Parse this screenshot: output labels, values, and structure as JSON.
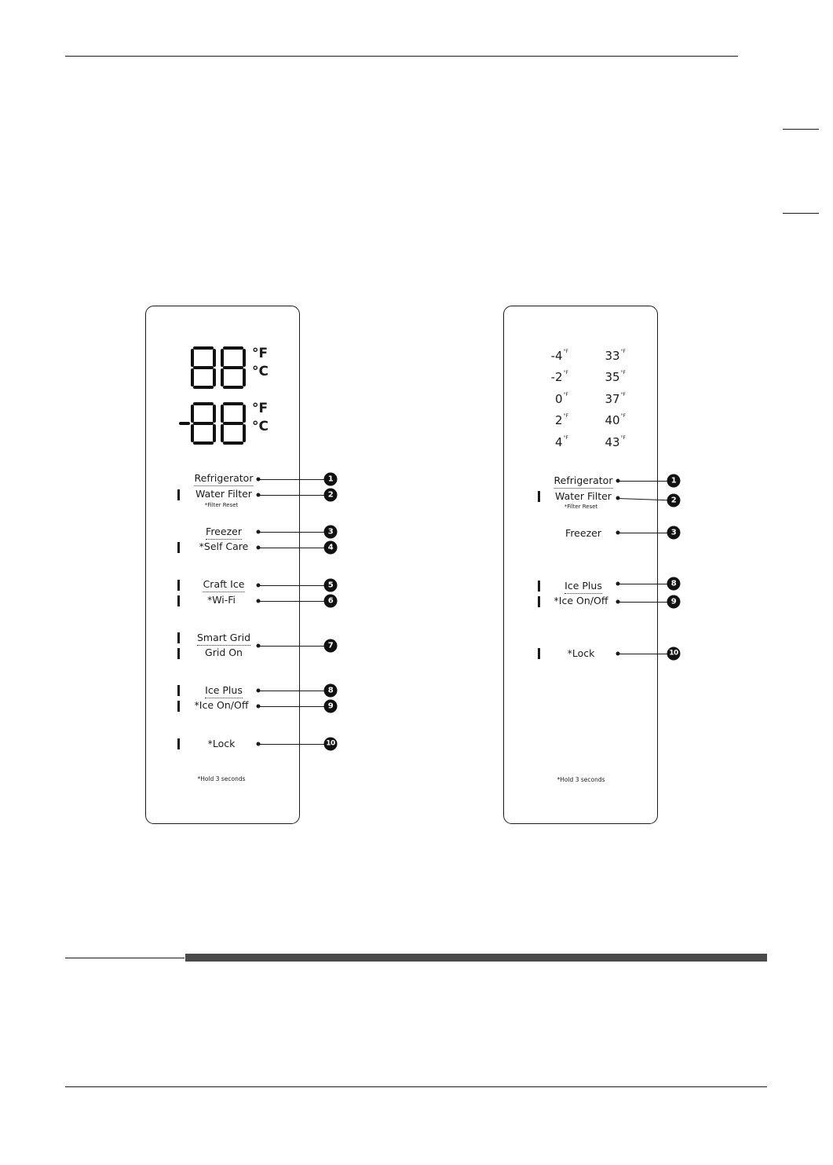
{
  "left_panel": {
    "display": {
      "unit_f": "°F",
      "unit_c": "°C"
    },
    "items": [
      {
        "label": "Refrigerator",
        "num": "1"
      },
      {
        "label": "Water Filter",
        "sub": "*Filter Reset",
        "num": "2"
      },
      {
        "label": "Freezer",
        "num": "3"
      },
      {
        "label": "*Self Care",
        "num": "4"
      },
      {
        "label": "Craft Ice",
        "num": "5"
      },
      {
        "label": "*Wi-Fi",
        "num": "6"
      },
      {
        "label": "Smart Grid",
        "num": ""
      },
      {
        "label": "Grid On",
        "num": "7"
      },
      {
        "label": "Ice Plus",
        "num": "8"
      },
      {
        "label": "*Ice On/Off",
        "num": "9"
      },
      {
        "label": "*Lock",
        "num": "10"
      }
    ],
    "footnote": "*Hold 3 seconds"
  },
  "right_panel": {
    "freezer_temps": [
      "-4",
      "-2",
      "0",
      "2",
      "4"
    ],
    "fridge_temps": [
      "33",
      "35",
      "37",
      "40",
      "43"
    ],
    "temp_unit": "°F",
    "items": [
      {
        "label": "Refrigerator",
        "num": "1"
      },
      {
        "label": "Water Filter",
        "sub": "*Filter Reset",
        "num": "2"
      },
      {
        "label": "Freezer",
        "num": "3"
      },
      {
        "label": "Ice Plus",
        "num": "8"
      },
      {
        "label": "*Ice On/Off",
        "num": "9"
      },
      {
        "label": "*Lock",
        "num": "10"
      }
    ],
    "footnote": "*Hold 3 seconds"
  }
}
